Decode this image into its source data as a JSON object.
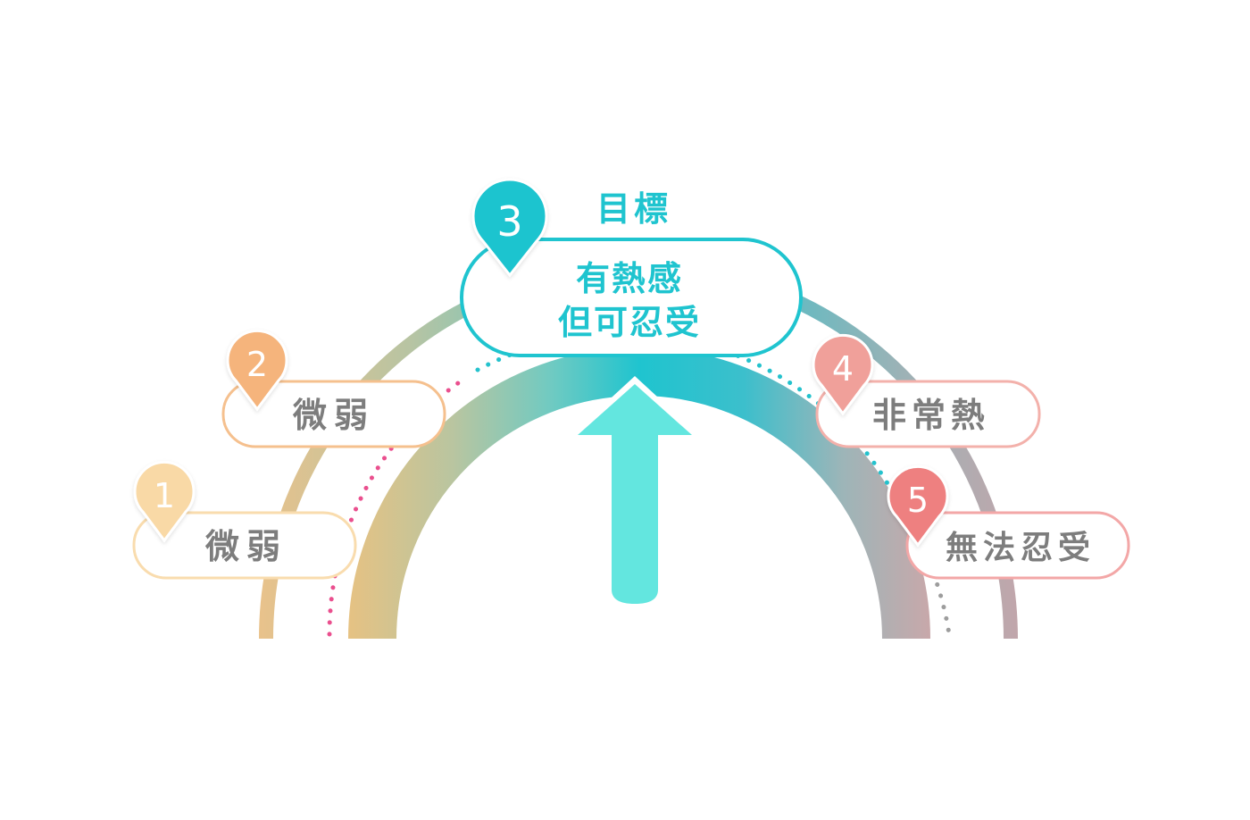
{
  "goal_heading": "目標",
  "levels": [
    {
      "number": "1",
      "label": "微弱",
      "color": "#f9d9a6"
    },
    {
      "number": "2",
      "label": "微弱",
      "color": "#f5b47c"
    },
    {
      "number": "3",
      "label_line1": "有熱感",
      "label_line2": "但可忍受",
      "color": "#1fc4cf"
    },
    {
      "number": "4",
      "label": "非常熱",
      "color": "#f0a09a"
    },
    {
      "number": "5",
      "label": "無法忍受",
      "color": "#ee8080"
    }
  ],
  "colors": {
    "teal": "#1fc4cf",
    "arrow": "#63e6df",
    "text_gray": "#7d7d7d",
    "dots_pink": "#ea4f8e",
    "dots_teal": "#24c2cd",
    "dots_gray": "#9d9d9d"
  }
}
